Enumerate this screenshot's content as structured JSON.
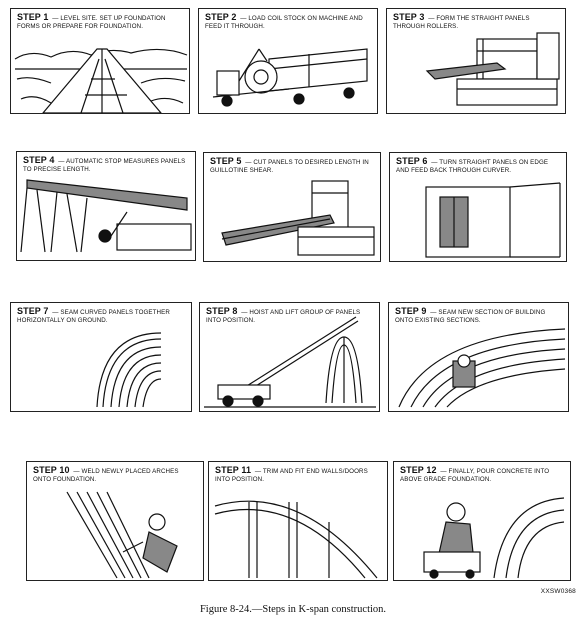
{
  "steps": [
    {
      "label": "STEP 1",
      "text": "LEVEL SITE. SET UP FOUNDATION FORMS OR PREPARE FOR FOUNDATION."
    },
    {
      "label": "STEP 2",
      "text": "LOAD COIL STOCK ON MACHINE AND FEED IT THROUGH."
    },
    {
      "label": "STEP 3",
      "text": "FORM THE STRAIGHT PANELS THROUGH ROLLERS."
    },
    {
      "label": "STEP 4",
      "text": "AUTOMATIC STOP MEASURES PANELS TO PRECISE LENGTH."
    },
    {
      "label": "STEP 5",
      "text": "CUT PANELS TO DESIRED LENGTH IN GUILLOTINE SHEAR."
    },
    {
      "label": "STEP 6",
      "text": "TURN STRAIGHT PANELS ON EDGE AND FEED BACK THROUGH CURVER."
    },
    {
      "label": "STEP 7",
      "text": "SEAM CURVED PANELS TOGETHER HORIZONTALLY ON GROUND."
    },
    {
      "label": "STEP 8",
      "text": "HOIST AND LIFT GROUP OF PANELS INTO POSITION."
    },
    {
      "label": "STEP 9",
      "text": "SEAM NEW SECTION OF BUILDING ONTO EXISTING SECTIONS."
    },
    {
      "label": "STEP 10",
      "text": "WELD NEWLY PLACED ARCHES ONTO FOUNDATION."
    },
    {
      "label": "STEP 11",
      "text": "TRIM AND FIT END WALLS/DOORS INTO POSITION."
    },
    {
      "label": "STEP 12",
      "text": "FINALLY, POUR CONCRETE INTO ABOVE GRADE FOUNDATION."
    }
  ],
  "figure_code": "XXSW0368",
  "caption": "Figure 8-24.—Steps in K-span construction."
}
